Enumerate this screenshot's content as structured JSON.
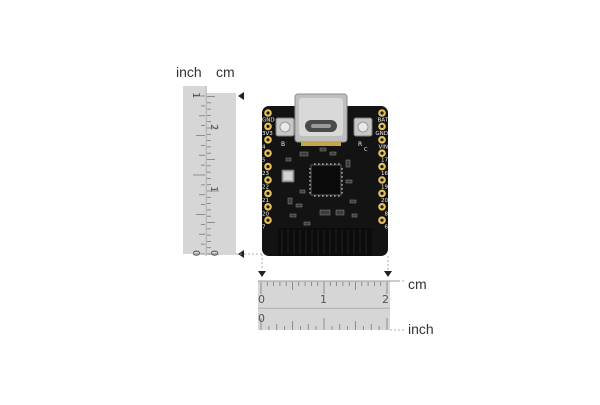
{
  "ruler_left": {
    "inch_label": "inch",
    "cm_label": "cm",
    "inch_ticks": [
      "1",
      "0"
    ],
    "cm_ticks": [
      "2",
      "1",
      "0"
    ]
  },
  "ruler_bottom": {
    "cm_label": "cm",
    "inch_label": "inch",
    "cm_ticks": [
      "0",
      "1",
      "2"
    ],
    "inch_ticks": [
      "0"
    ]
  },
  "board": {
    "pins_left": [
      "GND",
      "3V3",
      "4",
      "5",
      "23",
      "22",
      "21",
      "20",
      "7"
    ],
    "pins_right": [
      "BAT",
      "GND",
      "VIN",
      "17",
      "16",
      "19",
      "20",
      "8",
      "6"
    ],
    "button_left": "B",
    "button_right": "R",
    "top_right_marker": "C"
  },
  "colors": {
    "ruler_fill": "#d6d6d6",
    "board": "#131313",
    "pad": "#e6c15a"
  }
}
